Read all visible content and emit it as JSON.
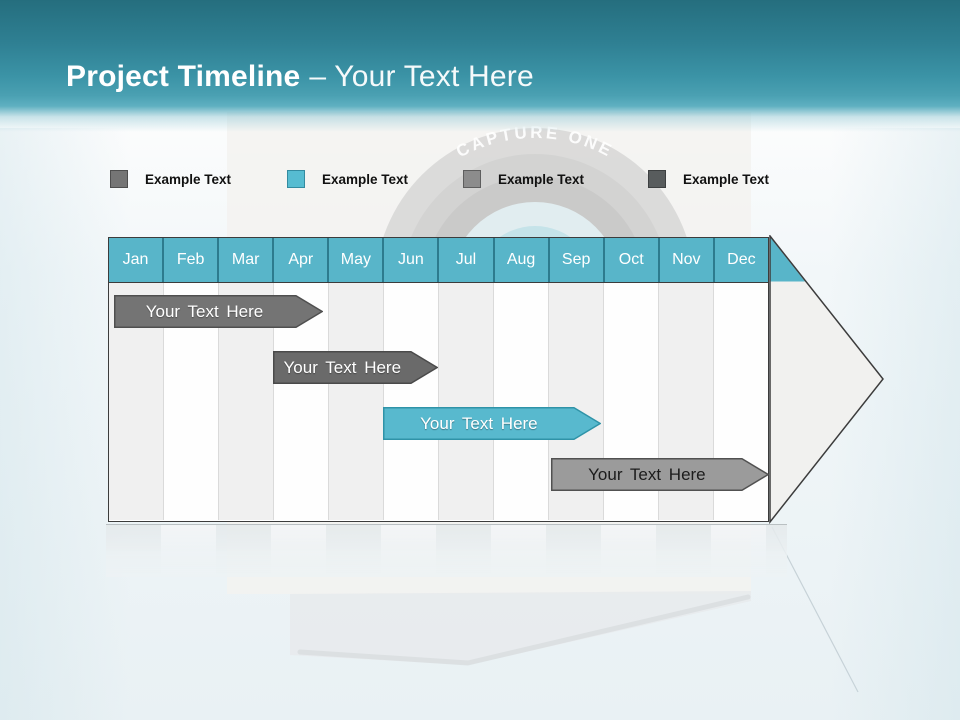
{
  "header": {
    "title_bold": "Project Timeline",
    "title_light": "– Your Text Here",
    "band_top_color": "#256e7e",
    "band_bottom_color": "#5fb0c1"
  },
  "watermark": {
    "text": "CAPTURE ONE"
  },
  "legend": {
    "items": [
      {
        "label": "Example Text",
        "fill": "#757575",
        "border": "#4e4e4e"
      },
      {
        "label": "Example Text",
        "fill": "#56bcd1",
        "border": "#338ba0"
      },
      {
        "label": "Example Text",
        "fill": "#8c8c8c",
        "border": "#5e5e5e"
      },
      {
        "label": "Example Text",
        "fill": "#585c5d",
        "border": "#3d4041"
      }
    ]
  },
  "chart_data": {
    "type": "bar",
    "subtype": "gantt-timeline",
    "title": "Project Timeline",
    "categories": [
      "Jan",
      "Feb",
      "Mar",
      "Apr",
      "May",
      "Jun",
      "Jul",
      "Aug",
      "Sep",
      "Oct",
      "Nov",
      "Dec"
    ],
    "axis": {
      "orientation": "horizontal",
      "unit": "month",
      "range": [
        0,
        12
      ],
      "gridlines": "alternating-column-stripes"
    },
    "header_color": "#58b5c9",
    "header_separator_color": "#2d7b8e",
    "stripe_colors": [
      "#f0f0f0",
      "#fefefe"
    ],
    "arrowhead_fill": "#f1f1ef",
    "bars": [
      {
        "label": "Your Text Here",
        "row": 1,
        "start_month": 0.1,
        "end_month": 3.9,
        "fill": "#747474",
        "border": "#4f4f4f",
        "text_color": "#ffffff"
      },
      {
        "label": "Your Text Here",
        "row": 2,
        "start_month": 3.0,
        "end_month": 6.0,
        "fill": "#6a6a6a",
        "border": "#4a4a4a",
        "text_color": "#ffffff"
      },
      {
        "label": "Your Text Here",
        "row": 3,
        "start_month": 5.0,
        "end_month": 8.95,
        "fill": "#58b9ce",
        "border": "#2f93a8",
        "text_color": "#ffffff"
      },
      {
        "label": "Your Text Here",
        "row": 4,
        "start_month": 8.05,
        "end_month": 12.0,
        "fill": "#9b9b9b",
        "border": "#515151",
        "text_color": "#1c1c1c"
      }
    ]
  }
}
